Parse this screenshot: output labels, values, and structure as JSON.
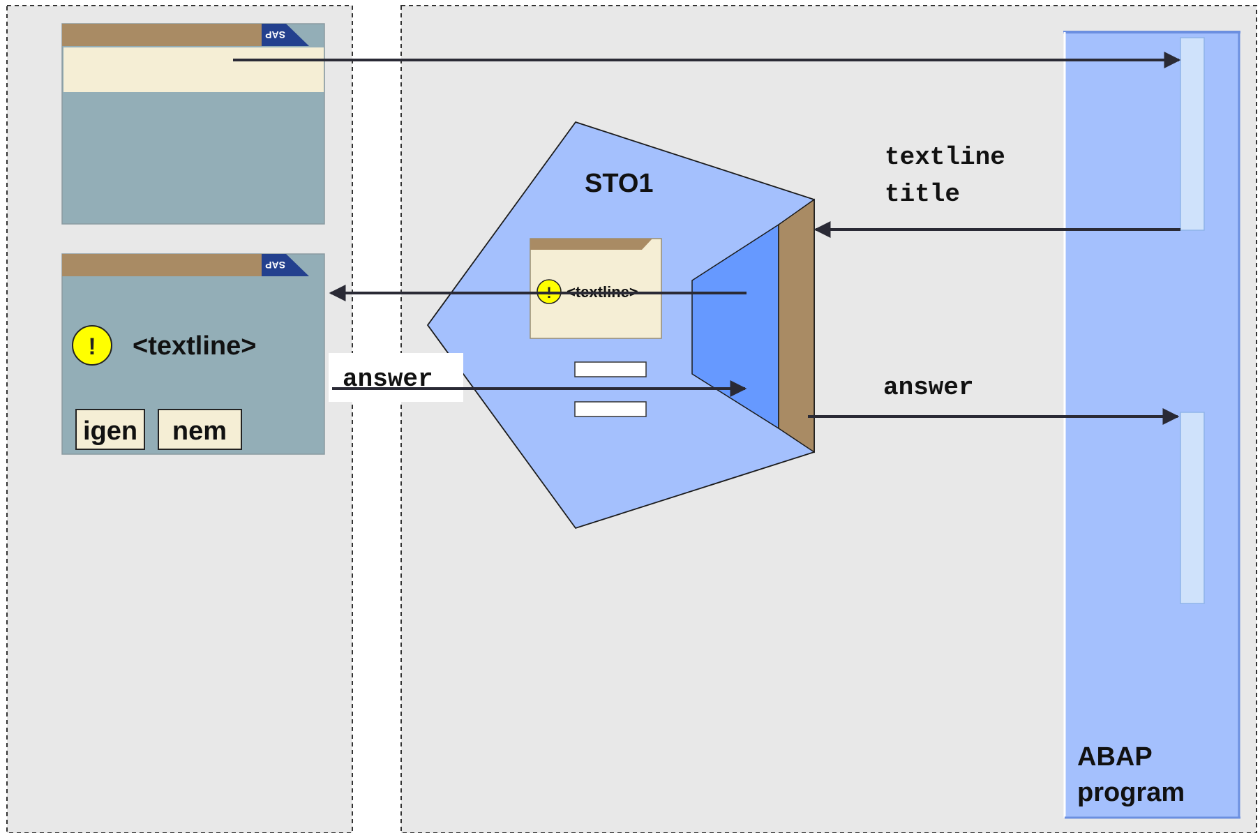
{
  "colors": {
    "panel_bg": "#e8e8e8",
    "window_teal": "#93aeb7",
    "title_brown": "#a98b64",
    "cream": "#f5eed5",
    "dialog_blue": "#a4c0fd",
    "screen_blue": "#6699ff",
    "program_blue": "#a4c0fd",
    "program_slot": "#cfe2fb",
    "warning_yellow": "#ffff00",
    "arrow": "#2a2a35"
  },
  "icons": [
    "sap-logo-icon",
    "warning-icon"
  ],
  "sap_logo_text": "SAP",
  "dialog": {
    "name": "STO1",
    "popup_text": "<textline>"
  },
  "popup_window": {
    "message": "<textline>",
    "buttons": [
      "igen",
      "nem"
    ]
  },
  "labels": {
    "textline": "textline",
    "title": "title",
    "answer_left": "answer",
    "answer_right": "answer"
  },
  "program": {
    "line1": "ABAP",
    "line2": "program"
  }
}
